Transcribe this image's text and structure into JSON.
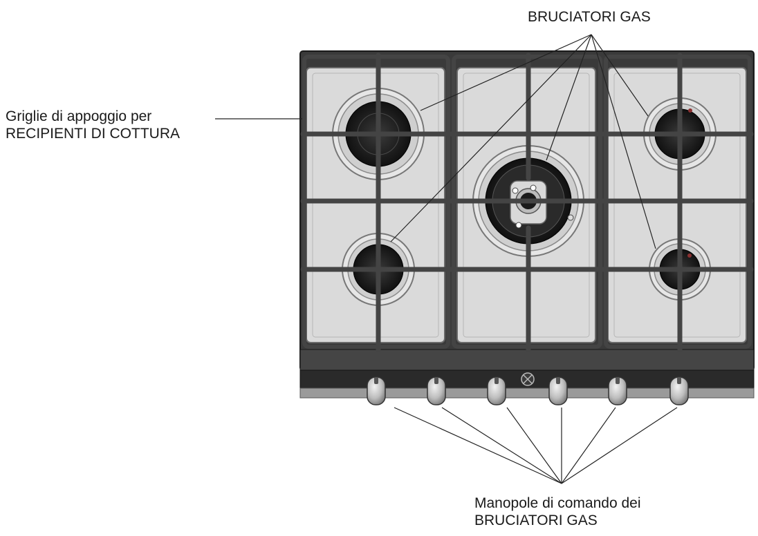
{
  "labels": {
    "burners": "BRUCIATORI GAS",
    "grates_line1": "Griglie di appoggio per",
    "grates_line2": "RECIPIENTI DI COTTURA",
    "knobs_line1": "Manopole di comando dei",
    "knobs_line2": "BRUCIATORI GAS"
  },
  "colors": {
    "frame": "#3a3a3a",
    "plate": "#dcdcdc",
    "grate": "#444444",
    "burner_dark": "#1c1c1c",
    "ring": "#cfcfcf",
    "knob": "#bdbdbd",
    "leader": "#222222"
  },
  "components": {
    "burner_count": 5,
    "knob_count": 6
  }
}
